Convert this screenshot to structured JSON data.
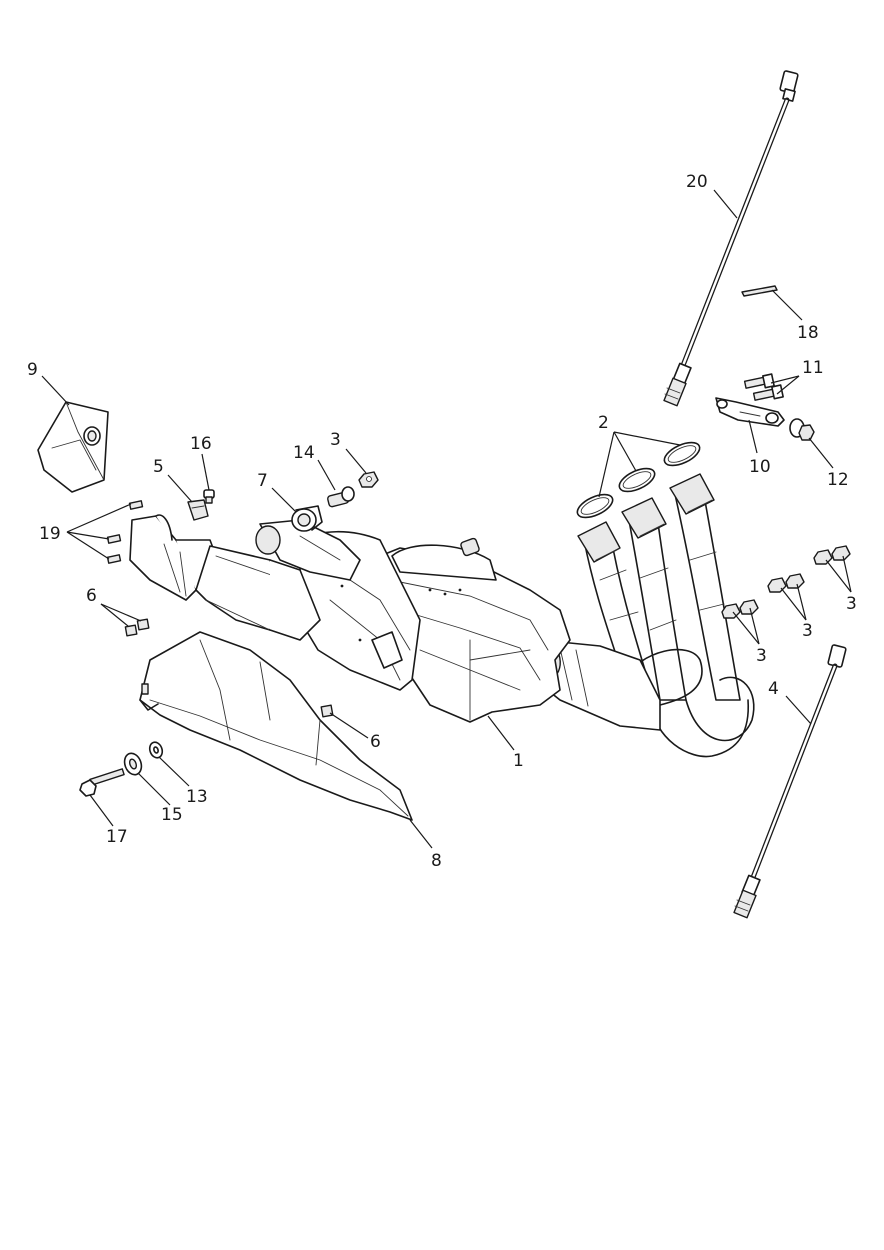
{
  "callouts": [
    {
      "id": "c1",
      "text": "1"
    },
    {
      "id": "c2",
      "text": "2"
    },
    {
      "id": "c3a",
      "text": "3"
    },
    {
      "id": "c3b",
      "text": "3"
    },
    {
      "id": "c3c",
      "text": "3"
    },
    {
      "id": "c3d",
      "text": "3"
    },
    {
      "id": "c4",
      "text": "4"
    },
    {
      "id": "c5",
      "text": "5"
    },
    {
      "id": "c6a",
      "text": "6"
    },
    {
      "id": "c6b",
      "text": "6"
    },
    {
      "id": "c7",
      "text": "7"
    },
    {
      "id": "c8",
      "text": "8"
    },
    {
      "id": "c9",
      "text": "9"
    },
    {
      "id": "c10",
      "text": "10"
    },
    {
      "id": "c11",
      "text": "11"
    },
    {
      "id": "c12",
      "text": "12"
    },
    {
      "id": "c13",
      "text": "13"
    },
    {
      "id": "c14",
      "text": "14"
    },
    {
      "id": "c15",
      "text": "15"
    },
    {
      "id": "c16",
      "text": "16"
    },
    {
      "id": "c17",
      "text": "17"
    },
    {
      "id": "c18",
      "text": "18"
    },
    {
      "id": "c19",
      "text": "19"
    },
    {
      "id": "c20",
      "text": "20"
    }
  ]
}
